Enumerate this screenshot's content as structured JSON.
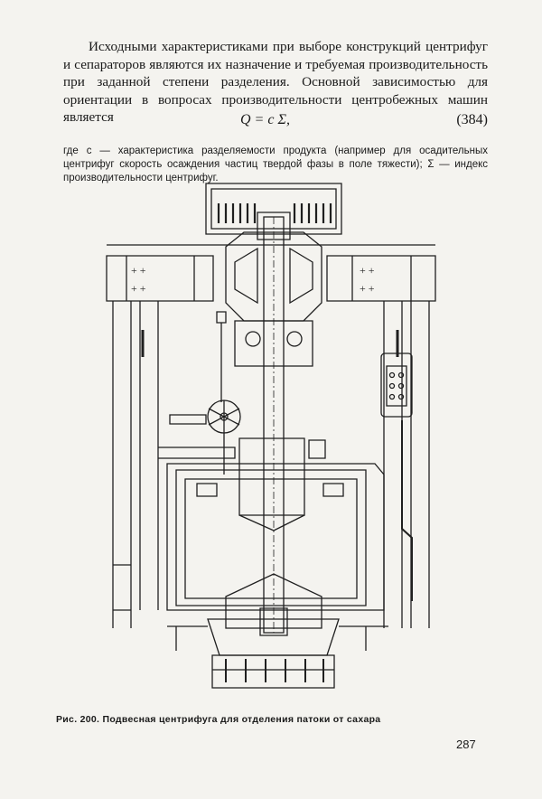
{
  "body": {
    "paragraph": "Исходными характеристиками при выборе конструкций центрифуг и сепараторов являются их назначение и требуемая производительность при заданной степени разделения. Основной зависимостью для ориентации в вопросах производительности центробежных машин является",
    "formula": "Q = c Σ,",
    "equation_number": "(384)",
    "where_text": "где c — характеристика разделяемости продукта (например для осадительных центрифуг скорость осаждения частиц твердой фазы в поле тяжести); Σ — индекс производительности центрифуг."
  },
  "figure": {
    "caption": "Рис. 200. Подвесная центрифуга для отделения патоки от сахара"
  },
  "page_number": "287"
}
